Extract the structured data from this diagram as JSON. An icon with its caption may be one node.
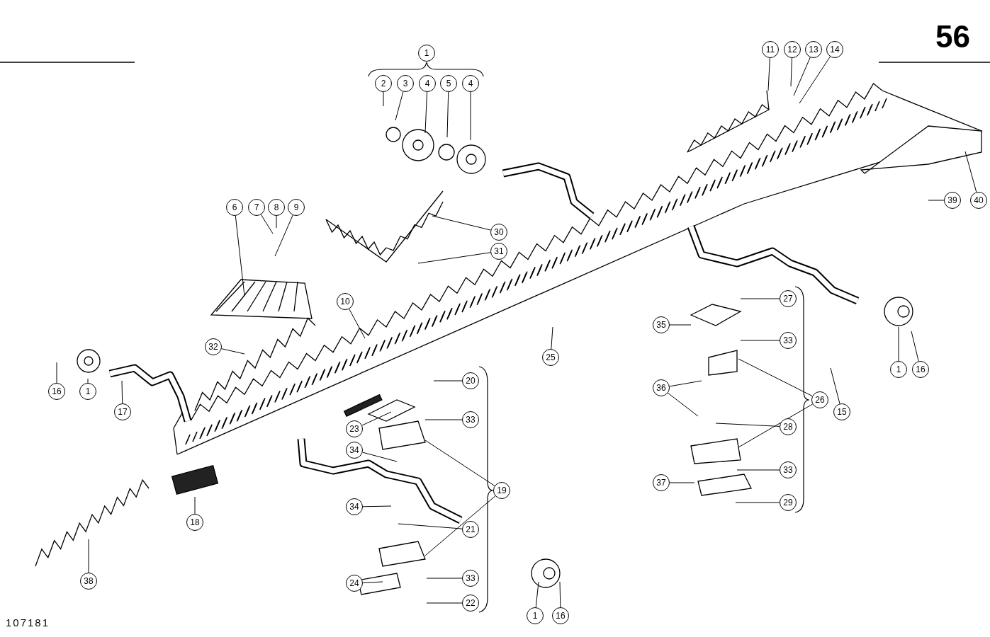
{
  "diagram": {
    "nodes": [
      {
        "text": [
          "1"
        ]
      },
      {
        "text": [
          "2"
        ]
      },
      {
        "text": [
          "3"
        ]
      },
      {
        "text": [
          "4"
        ]
      },
      {
        "text": [
          "5"
        ]
      },
      {
        "text": [
          "4"
        ]
      },
      {
        "text": [
          "11"
        ]
      },
      {
        "text": [
          "12"
        ]
      },
      {
        "text": [
          "13"
        ]
      },
      {
        "text": [
          "14"
        ]
      },
      {
        "text": [
          "39"
        ]
      },
      {
        "text": [
          "40"
        ]
      },
      {
        "text": [
          "6"
        ]
      },
      {
        "text": [
          "7"
        ]
      },
      {
        "text": [
          "8"
        ]
      },
      {
        "text": [
          "9"
        ]
      },
      {
        "text": [
          "30"
        ]
      },
      {
        "text": [
          "31"
        ]
      },
      {
        "text": [
          "10"
        ]
      },
      {
        "text": [
          "27"
        ]
      },
      {
        "text": [
          "35"
        ]
      },
      {
        "text": [
          "33"
        ]
      },
      {
        "text": [
          "25"
        ]
      },
      {
        "text": [
          "32"
        ]
      },
      {
        "text": [
          "1"
        ]
      },
      {
        "text": [
          "16"
        ]
      },
      {
        "text": [
          "20"
        ]
      },
      {
        "text": [
          "36"
        ]
      },
      {
        "text": [
          "16"
        ]
      },
      {
        "text": [
          "1"
        ]
      },
      {
        "text": [
          "26"
        ]
      },
      {
        "text": [
          "15"
        ]
      },
      {
        "text": [
          "17"
        ]
      },
      {
        "text": [
          "33"
        ]
      },
      {
        "text": [
          "28"
        ]
      },
      {
        "text": [
          "23"
        ]
      },
      {
        "text": [
          "34"
        ]
      },
      {
        "text": [
          "33"
        ]
      },
      {
        "text": [
          "37"
        ]
      },
      {
        "text": [
          "19"
        ]
      },
      {
        "text": [
          "29"
        ]
      },
      {
        "text": [
          "34"
        ]
      },
      {
        "text": [
          "18"
        ]
      },
      {
        "text": [
          "21"
        ]
      },
      {
        "text": [
          "38"
        ]
      },
      {
        "text": [
          "24"
        ]
      },
      {
        "text": [
          "33"
        ]
      },
      {
        "text": [
          "22"
        ]
      },
      {
        "text": [
          "1"
        ]
      },
      {
        "text": [
          "16"
        ]
      }
    ],
    "edges": [
      {
        "from": 1,
        "to": null,
        "arrow": "none"
      },
      {
        "from": 2,
        "to": null,
        "arrow": "none"
      },
      {
        "from": 3,
        "to": null,
        "arrow": "none"
      },
      {
        "from": 4,
        "to": null,
        "arrow": "none"
      },
      {
        "from": 5,
        "to": null,
        "arrow": "none"
      },
      {
        "from": 6,
        "to": null,
        "arrow": "none"
      },
      {
        "from": 7,
        "to": null,
        "arrow": "none"
      },
      {
        "from": 8,
        "to": null,
        "arrow": "none"
      },
      {
        "from": 9,
        "to": null,
        "arrow": "none"
      },
      {
        "from": 10,
        "to": null,
        "arrow": "none"
      },
      {
        "from": 11,
        "to": null,
        "arrow": "none"
      },
      {
        "from": 12,
        "to": null,
        "arrow": "none"
      },
      {
        "from": 13,
        "to": null,
        "arrow": "none"
      },
      {
        "from": 14,
        "to": null,
        "arrow": "none"
      },
      {
        "from": 15,
        "to": null,
        "arrow": "none"
      },
      {
        "from": 16,
        "to": null,
        "arrow": "none"
      },
      {
        "from": 17,
        "to": null,
        "arrow": "none"
      },
      {
        "from": 18,
        "to": null,
        "arrow": "none"
      },
      {
        "from": 19,
        "to": null,
        "arrow": "none"
      },
      {
        "from": 20,
        "to": null,
        "arrow": "none"
      },
      {
        "from": 21,
        "to": null,
        "arrow": "none"
      },
      {
        "from": 22,
        "to": null,
        "arrow": "none"
      },
      {
        "from": 23,
        "to": null,
        "arrow": "none"
      },
      {
        "from": 24,
        "to": null,
        "arrow": "none"
      },
      {
        "from": 25,
        "to": null,
        "arrow": "none"
      },
      {
        "from": 26,
        "to": null,
        "arrow": "none"
      },
      {
        "from": 27,
        "to": null,
        "arrow": "none"
      },
      {
        "from": 27,
        "to": null,
        "arrow": "none"
      },
      {
        "from": 28,
        "to": null,
        "arrow": "none"
      },
      {
        "from": 29,
        "to": null,
        "arrow": "none"
      },
      {
        "from": 30,
        "to": null,
        "arrow": "none"
      },
      {
        "from": 30,
        "to": null,
        "arrow": "none"
      },
      {
        "from": 31,
        "to": null,
        "arrow": "none"
      },
      {
        "from": 32,
        "to": null,
        "arrow": "none"
      },
      {
        "from": 33,
        "to": null,
        "arrow": "none"
      },
      {
        "from": 34,
        "to": null,
        "arrow": "none"
      },
      {
        "from": 35,
        "to": null,
        "arrow": "none"
      },
      {
        "from": 36,
        "to": null,
        "arrow": "none"
      },
      {
        "from": 37,
        "to": null,
        "arrow": "none"
      },
      {
        "from": 38,
        "to": null,
        "arrow": "none"
      },
      {
        "from": 39,
        "to": null,
        "arrow": "none"
      },
      {
        "from": 39,
        "to": null,
        "arrow": "none"
      },
      {
        "from": 40,
        "to": null,
        "arrow": "none"
      },
      {
        "from": 41,
        "to": null,
        "arrow": "none"
      },
      {
        "from": 42,
        "to": null,
        "arrow": "none"
      },
      {
        "from": 43,
        "to": null,
        "arrow": "none"
      },
      {
        "from": 44,
        "to": null,
        "arrow": "none"
      },
      {
        "from": 45,
        "to": null,
        "arrow": "none"
      },
      {
        "from": 46,
        "to": null,
        "arrow": "none"
      },
      {
        "from": 47,
        "to": null,
        "arrow": "none"
      },
      {
        "from": 48,
        "to": null,
        "arrow": "none"
      },
      {
        "from": 49,
        "to": null,
        "arrow": "none"
      }
    ],
    "labels": [
      "56",
      "107181"
    ]
  }
}
